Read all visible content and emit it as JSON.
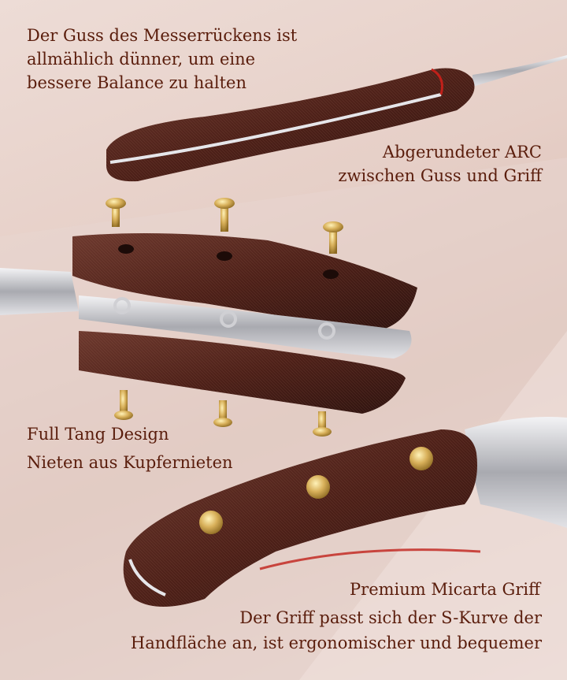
{
  "captions": {
    "spine_casting": [
      "Der Guss des Messerrückens ist",
      "allmählich dünner, um eine",
      "bessere Balance zu halten"
    ],
    "arc": [
      "Abgerundeter ARC",
      "zwischen Guss und Griff"
    ],
    "full_tang": "Full Tang Design",
    "rivets": "Nieten aus Kupfernieten",
    "premium": "Premium Micarta Griff",
    "s_curve": [
      "Der Griff passt sich der S-Kurve der",
      "Handfläche an, ist ergonomischer und bequemer"
    ]
  },
  "colors": {
    "caption_text": "#5a1d0c",
    "handle": "#5b2a22",
    "rivet_gold": "#c9a24a",
    "steel": "#c8c8cc",
    "accent_red": "#c0201a"
  }
}
